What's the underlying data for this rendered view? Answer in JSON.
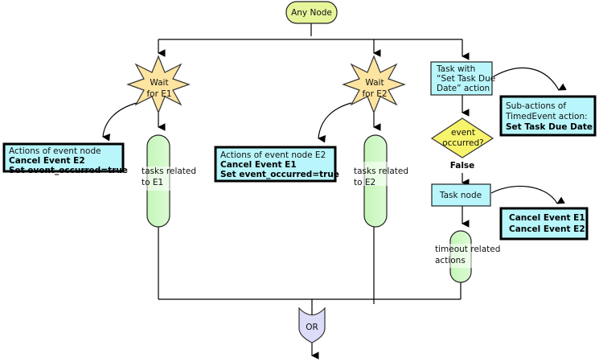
{
  "diagram": {
    "start_node": {
      "label": "Any Node"
    },
    "branch1": {
      "wait_node": {
        "line1": "Wait",
        "line2": "for E1"
      },
      "actions_box": {
        "line1": "Actions of event node",
        "line2": "Cancel  Event E2",
        "line3": "Set event_occurred=true"
      },
      "tasks_node": {
        "line1": "tasks related",
        "line2": "to E1"
      }
    },
    "branch2": {
      "wait_node": {
        "line1": "Wait",
        "line2": "for E2"
      },
      "actions_box": {
        "line1": "Actions of event node E2",
        "line2": "Cancel  Event E1",
        "line3": "Set event_occurred=true"
      },
      "tasks_node": {
        "line1": "tasks related",
        "line2": "to E2"
      }
    },
    "branch3": {
      "task_due": {
        "line1": "Task with",
        "line2": "“Set Task Due",
        "line3": "Date” action"
      },
      "sub_actions_box": {
        "line1": "Sub-actions of",
        "line2": "TimedEvent action:",
        "line3": "Set Task Due Date"
      },
      "decision": {
        "line1": "event",
        "line2": "occurred?"
      },
      "false_label": "False",
      "task_node": {
        "label": "Task node"
      },
      "cancel_box": {
        "line1": "Cancel Event E1",
        "line2": "Cancel Event E2"
      },
      "timeout_node": {
        "line1": "timeout related",
        "line2": "actions"
      }
    },
    "join_node": {
      "label": "OR"
    },
    "colors": {
      "start_fill": "#e6f59a",
      "star_fill": "#fde4a0",
      "box_fill": "#b8f6fb",
      "task_fill": "#c9f7c0",
      "decision_fill": "#f7f36a",
      "or_fill": "#dcdcf8"
    }
  }
}
